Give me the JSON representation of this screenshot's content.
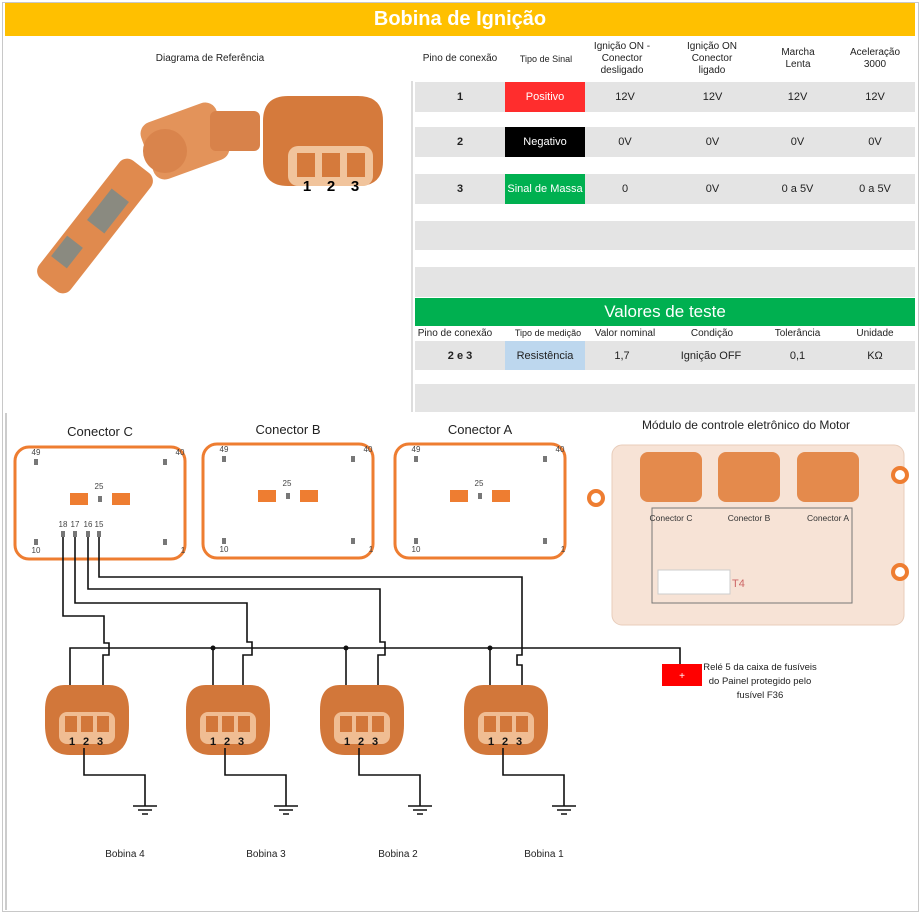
{
  "title": "Bobina de Ignição",
  "header": {
    "diagram": "Diagrama de Referência",
    "cols": [
      "Pino de conexão",
      "Tipo de Sinal",
      "Ignição ON - Conector desligado",
      "Ignição ON Conector ligado",
      "Marcha Lenta",
      "Aceleração 3000"
    ]
  },
  "rows": [
    {
      "pin": "1",
      "signal": "Positivo",
      "color": "#FF2D2D",
      "vals": [
        "12V",
        "12V",
        "12V",
        "12V"
      ]
    },
    {
      "pin": "2",
      "signal": "Negativo",
      "color": "#000000",
      "vals": [
        "0V",
        "0V",
        "0V",
        "0V"
      ]
    },
    {
      "pin": "3",
      "signal": "Sinal de Massa",
      "color": "#00B050",
      "vals": [
        "0",
        "0V",
        "0 a 5V",
        "0 a 5V"
      ]
    }
  ],
  "test": {
    "title": "Valores de teste",
    "cols": [
      "Pino de conexão",
      "Tipo de medição",
      "Valor nominal",
      "Condição",
      "Tolerância",
      "Unidade"
    ],
    "row": {
      "pin": "2 e 3",
      "type": "Resistência",
      "nominal": "1,7",
      "condition": "Ignição OFF",
      "tolerance": "0,1",
      "unit": "KΩ"
    }
  },
  "diagram": {
    "connectors": [
      {
        "label": "Conector C"
      },
      {
        "label": "Conector B"
      },
      {
        "label": "Conector A"
      }
    ],
    "pin_labels": {
      "p49": "49",
      "p40": "40",
      "p25": "25",
      "p10": "10",
      "p1": "1",
      "p18": "18",
      "p17": "17",
      "p16": "16",
      "p15": "15"
    },
    "ecu": {
      "title": "Módulo de controle eletrônico do Motor",
      "conn_c": "Conector C",
      "conn_b": "Conector B",
      "conn_a": "Conector A",
      "tag": "T4"
    },
    "relay": {
      "symbol": "+",
      "text1": "Relé 5 da caixa de fusíveis",
      "text2": "do Painel protegido pelo",
      "text3": "fusível F36"
    },
    "coils": [
      "Bobina 4",
      "Bobina 3",
      "Bobina 2",
      "Bobina 1"
    ],
    "coil_pins": [
      "1",
      "2",
      "3"
    ]
  }
}
